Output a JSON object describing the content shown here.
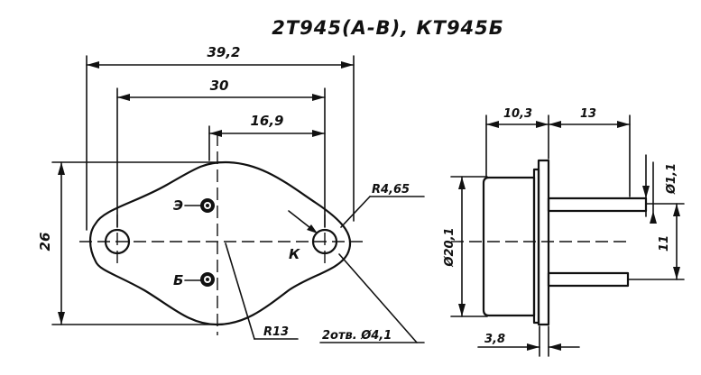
{
  "title": "2Т945(А-В),  КТ945Б",
  "front_view": {
    "dim_overall_width": "39,2",
    "dim_hole_spacing": "30",
    "dim_hole_to_pin": "16,9",
    "dim_height": "26",
    "pin_emitter": "Э",
    "pin_base": "Б",
    "case_collector": "К",
    "dim_hole_radius": "R4,65",
    "dim_body_radius": "R13",
    "dim_holes": "2отв. Ø4,1"
  },
  "side_view": {
    "dim_body_depth": "10,3",
    "dim_lead_length": "13",
    "dim_lead_diameter": "Ø1,1",
    "dim_body_diameter": "Ø20,1",
    "dim_lead_spacing": "11",
    "dim_flange_thickness": "3,8"
  }
}
